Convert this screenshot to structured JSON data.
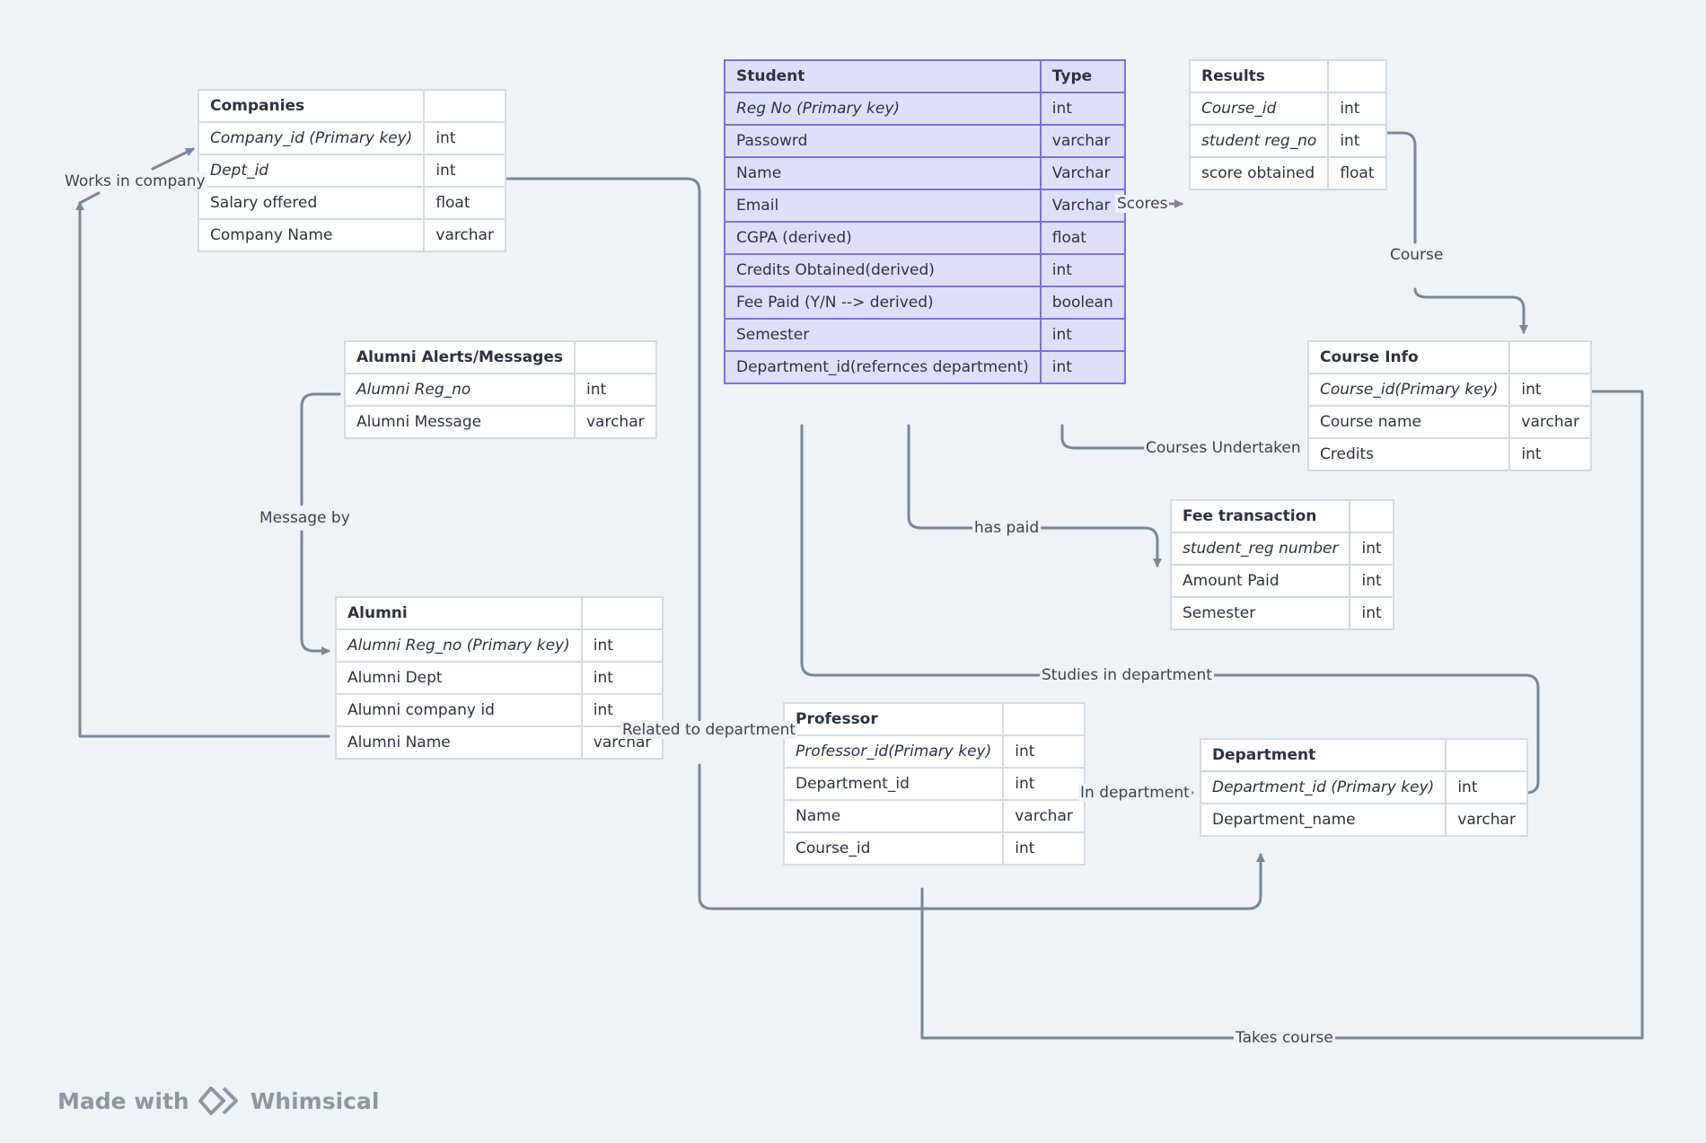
{
  "colors": {
    "background": "#eff3f6",
    "connector": "#7a8794",
    "student_fill": "#e0dffb",
    "student_border": "#7d6fe0",
    "table_border": "#d3dbe3"
  },
  "tables": {
    "companies": {
      "title": "Companies",
      "rows": [
        [
          "Company_id (Primary key)",
          "int"
        ],
        [
          "Dept_id",
          "int"
        ],
        [
          "Salary offered",
          "float"
        ],
        [
          "Company Name",
          "varchar"
        ]
      ]
    },
    "student": {
      "title": "Student",
      "type_header": "Type",
      "rows": [
        [
          "Reg No (Primary key)",
          "int"
        ],
        [
          "Passowrd",
          "varchar"
        ],
        [
          "Name",
          "Varchar"
        ],
        [
          "Email",
          "Varchar"
        ],
        [
          "CGPA (derived)",
          "float"
        ],
        [
          "Credits Obtained(derived)",
          "int"
        ],
        [
          "Fee Paid (Y/N --> derived)",
          "boolean"
        ],
        [
          "Semester",
          "int"
        ],
        [
          "Department_id(refernces department)",
          "int"
        ]
      ]
    },
    "results": {
      "title": "Results",
      "rows": [
        [
          "Course_id",
          "int"
        ],
        [
          "student reg_no",
          "int"
        ],
        [
          "score obtained",
          "float"
        ]
      ]
    },
    "alumni_alerts": {
      "title": "Alumni Alerts/Messages",
      "rows": [
        [
          "Alumni Reg_no",
          "int"
        ],
        [
          "Alumni Message",
          "varchar"
        ]
      ]
    },
    "course_info": {
      "title": "Course Info",
      "rows": [
        [
          "Course_id(Primary key)",
          "int"
        ],
        [
          "Course name",
          "varchar"
        ],
        [
          "Credits",
          "int"
        ]
      ]
    },
    "fee_transaction": {
      "title": "Fee transaction",
      "rows": [
        [
          "student_reg number",
          "int"
        ],
        [
          "Amount Paid",
          "int"
        ],
        [
          "Semester",
          "int"
        ]
      ]
    },
    "alumni": {
      "title": "Alumni",
      "rows": [
        [
          "Alumni Reg_no (Primary key)",
          "int"
        ],
        [
          "Alumni Dept",
          "int"
        ],
        [
          "Alumni company id",
          "int"
        ],
        [
          "Alumni Name",
          "varchar"
        ]
      ]
    },
    "professor": {
      "title": "Professor",
      "rows": [
        [
          "Professor_id(Primary key)",
          "int"
        ],
        [
          "Department_id",
          "int"
        ],
        [
          "Name",
          "varchar"
        ],
        [
          "Course_id",
          "int"
        ]
      ]
    },
    "department": {
      "title": "Department",
      "rows": [
        [
          "Department_id (Primary key)",
          "int"
        ],
        [
          "Department_name",
          "varchar"
        ]
      ]
    }
  },
  "relations": {
    "works_in_company": "Works in company",
    "scores": "Scores",
    "course": "Course",
    "courses_undertaken": "Courses Undertaken",
    "has_paid": "has paid",
    "message_by": "Message by",
    "studies_in_department": "Studies in department",
    "related_to_department": "Related to department",
    "in_department": "In department",
    "takes_course": "Takes course"
  },
  "branding": {
    "made_with": "Made with",
    "name": "Whimsical"
  }
}
